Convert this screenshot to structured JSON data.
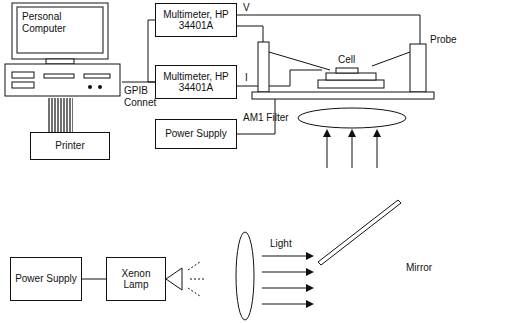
{
  "diagram": {
    "nodes": [
      {
        "text": [
          "Personal Computer"
        ]
      },
      {
        "text": [
          "Printer"
        ]
      },
      {
        "text": [
          "Multimeter, HP 34401A"
        ]
      },
      {
        "text": [
          "Multimeter, HP 34401A"
        ]
      },
      {
        "text": [
          "Power Supply"
        ]
      },
      {
        "text": [
          "Power Supply"
        ]
      },
      {
        "text": [
          "Xenon Lamp"
        ]
      }
    ],
    "edges": [
      {
        "from": 0,
        "to": 1,
        "arrow": "none"
      },
      {
        "from": 0,
        "to": 3,
        "arrow": "none"
      },
      {
        "from": 2,
        "to": 3,
        "arrow": "none"
      },
      {
        "from": 5,
        "to": 6,
        "arrow": "none"
      }
    ],
    "labels": [
      "GPIB Connet",
      "V",
      "I",
      "Cell",
      "Probe",
      "AM1 Filter",
      "Light",
      "Mirror"
    ]
  }
}
